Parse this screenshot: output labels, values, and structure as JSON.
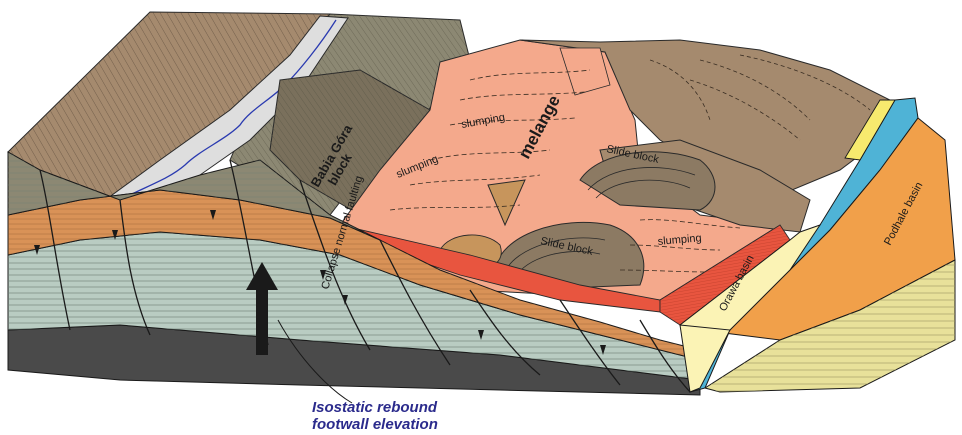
{
  "labels": {
    "babia_gora_line1": "Babia Góra",
    "babia_gora_line2": "block",
    "melange": "melange",
    "slumping_1": "slumping",
    "slumping_2": "slumping",
    "slumping_3": "slumping",
    "slide_block_1": "Slide block",
    "slide_block_2": "Slide block",
    "collapse_faulting": "Collapse normal faulting",
    "podhale_basin": "Podhale basin",
    "orawa_basin": "Orawa basin"
  },
  "caption": {
    "line1": "Isostatic rebound",
    "line2": "footwall elevation"
  },
  "colors": {
    "melange_pink": "#f4a98c",
    "brown_surface": "#a58a6e",
    "dark_brown": "#6e5a48",
    "grey_olive": "#8c8873",
    "orange_layer": "#d99257",
    "pale_green": "#b9ccc2",
    "dark_grey": "#4a4a4a",
    "podhale_orange": "#f1a04a",
    "orawa_yellow": "#fbf3b5",
    "yellow_strip": "#f7ea6e",
    "blue_strip": "#4fb3d6",
    "red_fault": "#e8553f",
    "caption_blue": "#2b2b8c"
  }
}
